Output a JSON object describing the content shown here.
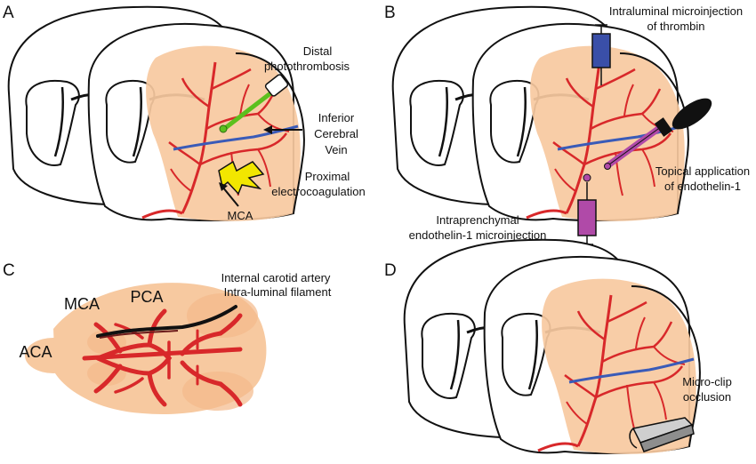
{
  "colors": {
    "cortex": "#F7C9A0",
    "artery": "#D8282A",
    "vein": "#3A5BB8",
    "outline": "#111111",
    "laser": "#5CC01E",
    "spark": "#F2E600",
    "thrombin": "#3A4FA8",
    "endothelin": "#B04AA8"
  },
  "panels": {
    "a": {
      "letter": "A",
      "distal_1": "Distal",
      "distal_2": "photothrombosis",
      "icv_1": "Inferior",
      "icv_2": "Cerebral",
      "icv_3": "Vein",
      "prox_1": "Proximal",
      "prox_2": "electrocoagulation",
      "mca": "MCA"
    },
    "b": {
      "letter": "B",
      "intra_1": "Intraluminal microinjection",
      "intra_2": "of thrombin",
      "topical_1": "Topical application",
      "topical_2": "of endothelin-1",
      "paren_1": "Intraprenchymal",
      "paren_2": "endothelin-1 microinjection"
    },
    "c": {
      "letter": "C",
      "ica_1": "Internal carotid artery",
      "ica_2": "Intra-luminal filament",
      "mca": "MCA",
      "pca": "PCA",
      "aca": "ACA"
    },
    "d": {
      "letter": "D",
      "clip_1": "Micro-clip",
      "clip_2": "occlusion"
    }
  },
  "icons": [
    "laser-probe-icon",
    "electrocoagulation-spark-icon",
    "syringe-icon",
    "dropper-icon",
    "micro-clip-icon"
  ]
}
